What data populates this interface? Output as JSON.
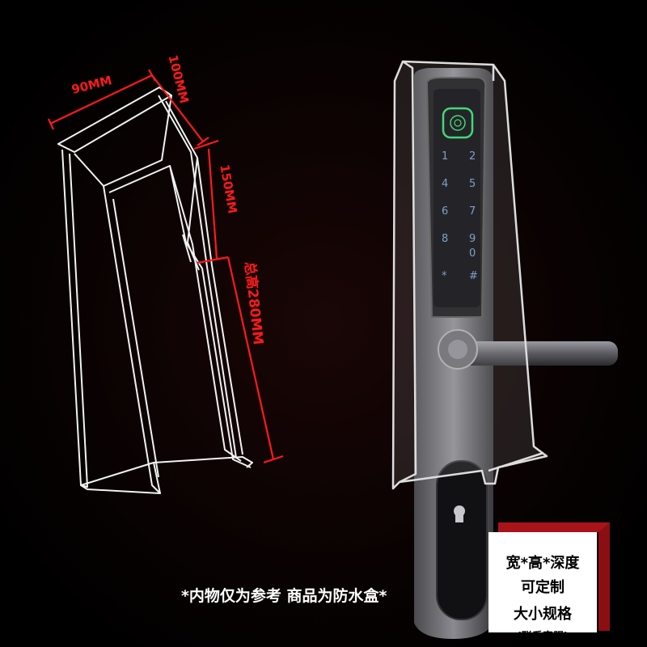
{
  "dimensions": {
    "width_label": "90MM",
    "depth_label": "100MM",
    "upper_height_label": "150MM",
    "total_height_label": "总高280MM"
  },
  "note": "*内物仅为参考  商品为防水盒*",
  "badge": {
    "line1": "宽*高*深度",
    "line2": "可定制",
    "line3": "大小规格",
    "line4": "(联系客服)"
  },
  "keypad": {
    "keys": [
      "1",
      "2",
      "4",
      "5",
      "6",
      "7",
      "8",
      "9",
      "0",
      "*",
      "#"
    ]
  },
  "colors": {
    "background": "#000000",
    "dimension": "#ff1a1a",
    "outline": "#ffffff",
    "badge_bg": "#ffffff",
    "badge_frame": "#8b0f12"
  }
}
